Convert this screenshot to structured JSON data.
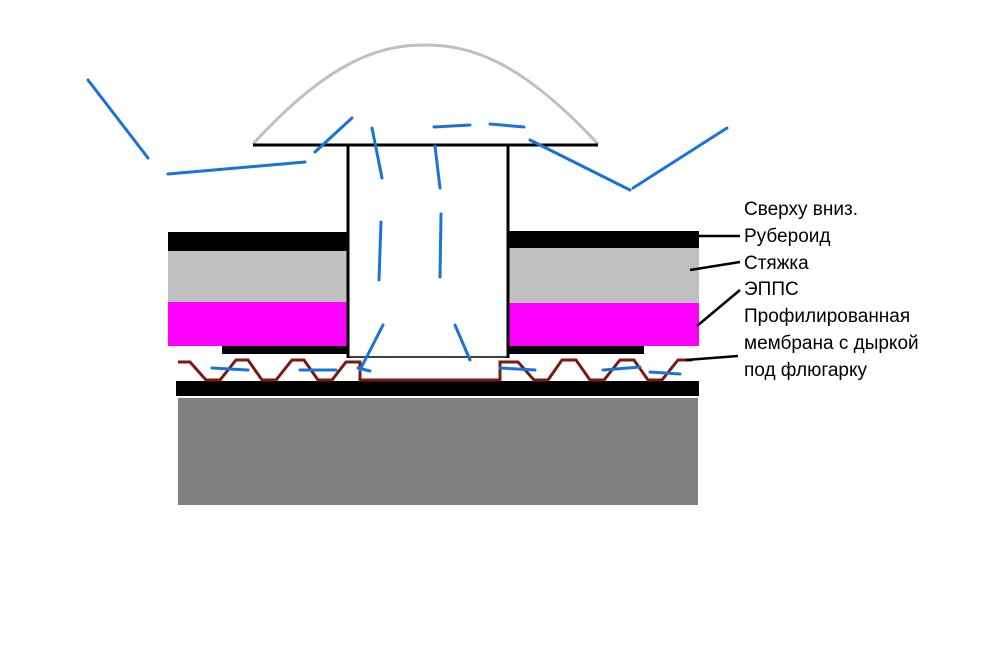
{
  "labels": {
    "header": "Сверху вниз.",
    "ruberoid": "Рубероид",
    "screed": "Стяжка",
    "xps": "ЭППС",
    "membrane_line1": "Профилированная",
    "membrane_line2": "мембрана с дыркой",
    "membrane_line3": "под флюгарку"
  },
  "colors": {
    "ruberoid": "#000000",
    "screed": "#c0c0c0",
    "xps": "#ff00ff",
    "membrane": "#7a1a10",
    "base_slab": "#808080",
    "airflow": "#1a73d9",
    "cap": "#c0c0c0"
  }
}
